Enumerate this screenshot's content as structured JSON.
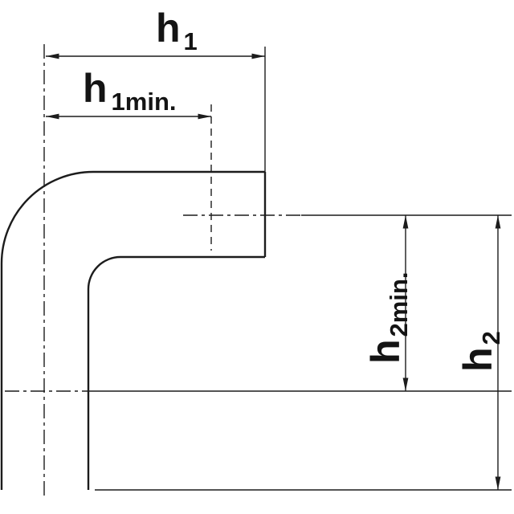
{
  "page": {
    "background": "#ffffff",
    "line_color": "#1c1c1c"
  },
  "diagram": {
    "description": "Technical dimension drawing of a 90-degree pipe bend showing insertion depths",
    "dimensions": {
      "h1": {
        "symbol": "h",
        "subscript": "1"
      },
      "h1min": {
        "symbol": "h",
        "subscript": "1min."
      },
      "h2min": {
        "symbol": "h",
        "subscript": "2min."
      },
      "h2": {
        "symbol": "h",
        "subscript": "2"
      }
    }
  }
}
